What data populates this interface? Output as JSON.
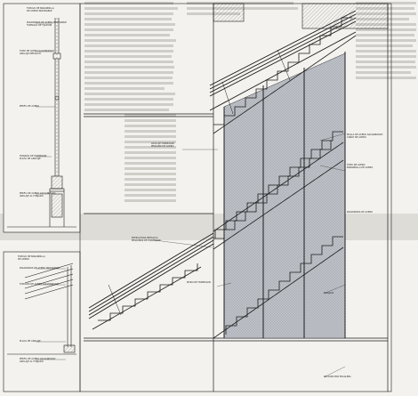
{
  "sheet": {
    "paper_color": "#f3f2ee",
    "ink_color": "#1d1d1d",
    "screen_color": "#b9bcc2",
    "page_text_color": "#6b6b6b"
  },
  "detail_top": {
    "notes": [
      "TUBULO DE BARANDILLA",
      "DE ACERO INOXIDABLE",
      "PASAMANOS DE ACERO INOXIDABLE",
      "TORNILLO DE FIJACION",
      "TUBO DE ACERO GALVANIZADO",
      "ANCLAJE METALICO",
      "PERFIL DE ACERO",
      "FORJADO DE HORMIGON",
      "PLACA DE ANCLAJE",
      "PERFIL DE ACERO GALVANIZADO",
      "ANCLAJE AL FORJADO"
    ]
  },
  "detail_bottom": {
    "notes": [
      "TUBULO DE BARANDILLA",
      "DE ACERO",
      "PASAMANOS DE ACERO INOXIDABLE",
      "TUBULOS DE ACERO GALVANIZADO",
      "PLACA DE ANCLAJE",
      "PERFIL DE ACERO GALVANIZADO",
      "ANCLAJE AL FORJADO"
    ]
  },
  "main": {
    "notes": [
      "LOSA DE HORMIGON",
      "PELDAÑO DE ACERO",
      "MALLA DE ACERO GALVANIZADO",
      "CABLE DE ACERO",
      "TUBO DE ACERO",
      "BARANDILLA DE ACERO",
      "PASAMANOS DE ACERO",
      "ESTRUCTURA METALICA",
      "PELDAÑOS DE HORMIGON",
      "MURO DE HORMIGON",
      "FORJADO",
      "SECCION POR ESCALERA"
    ]
  }
}
